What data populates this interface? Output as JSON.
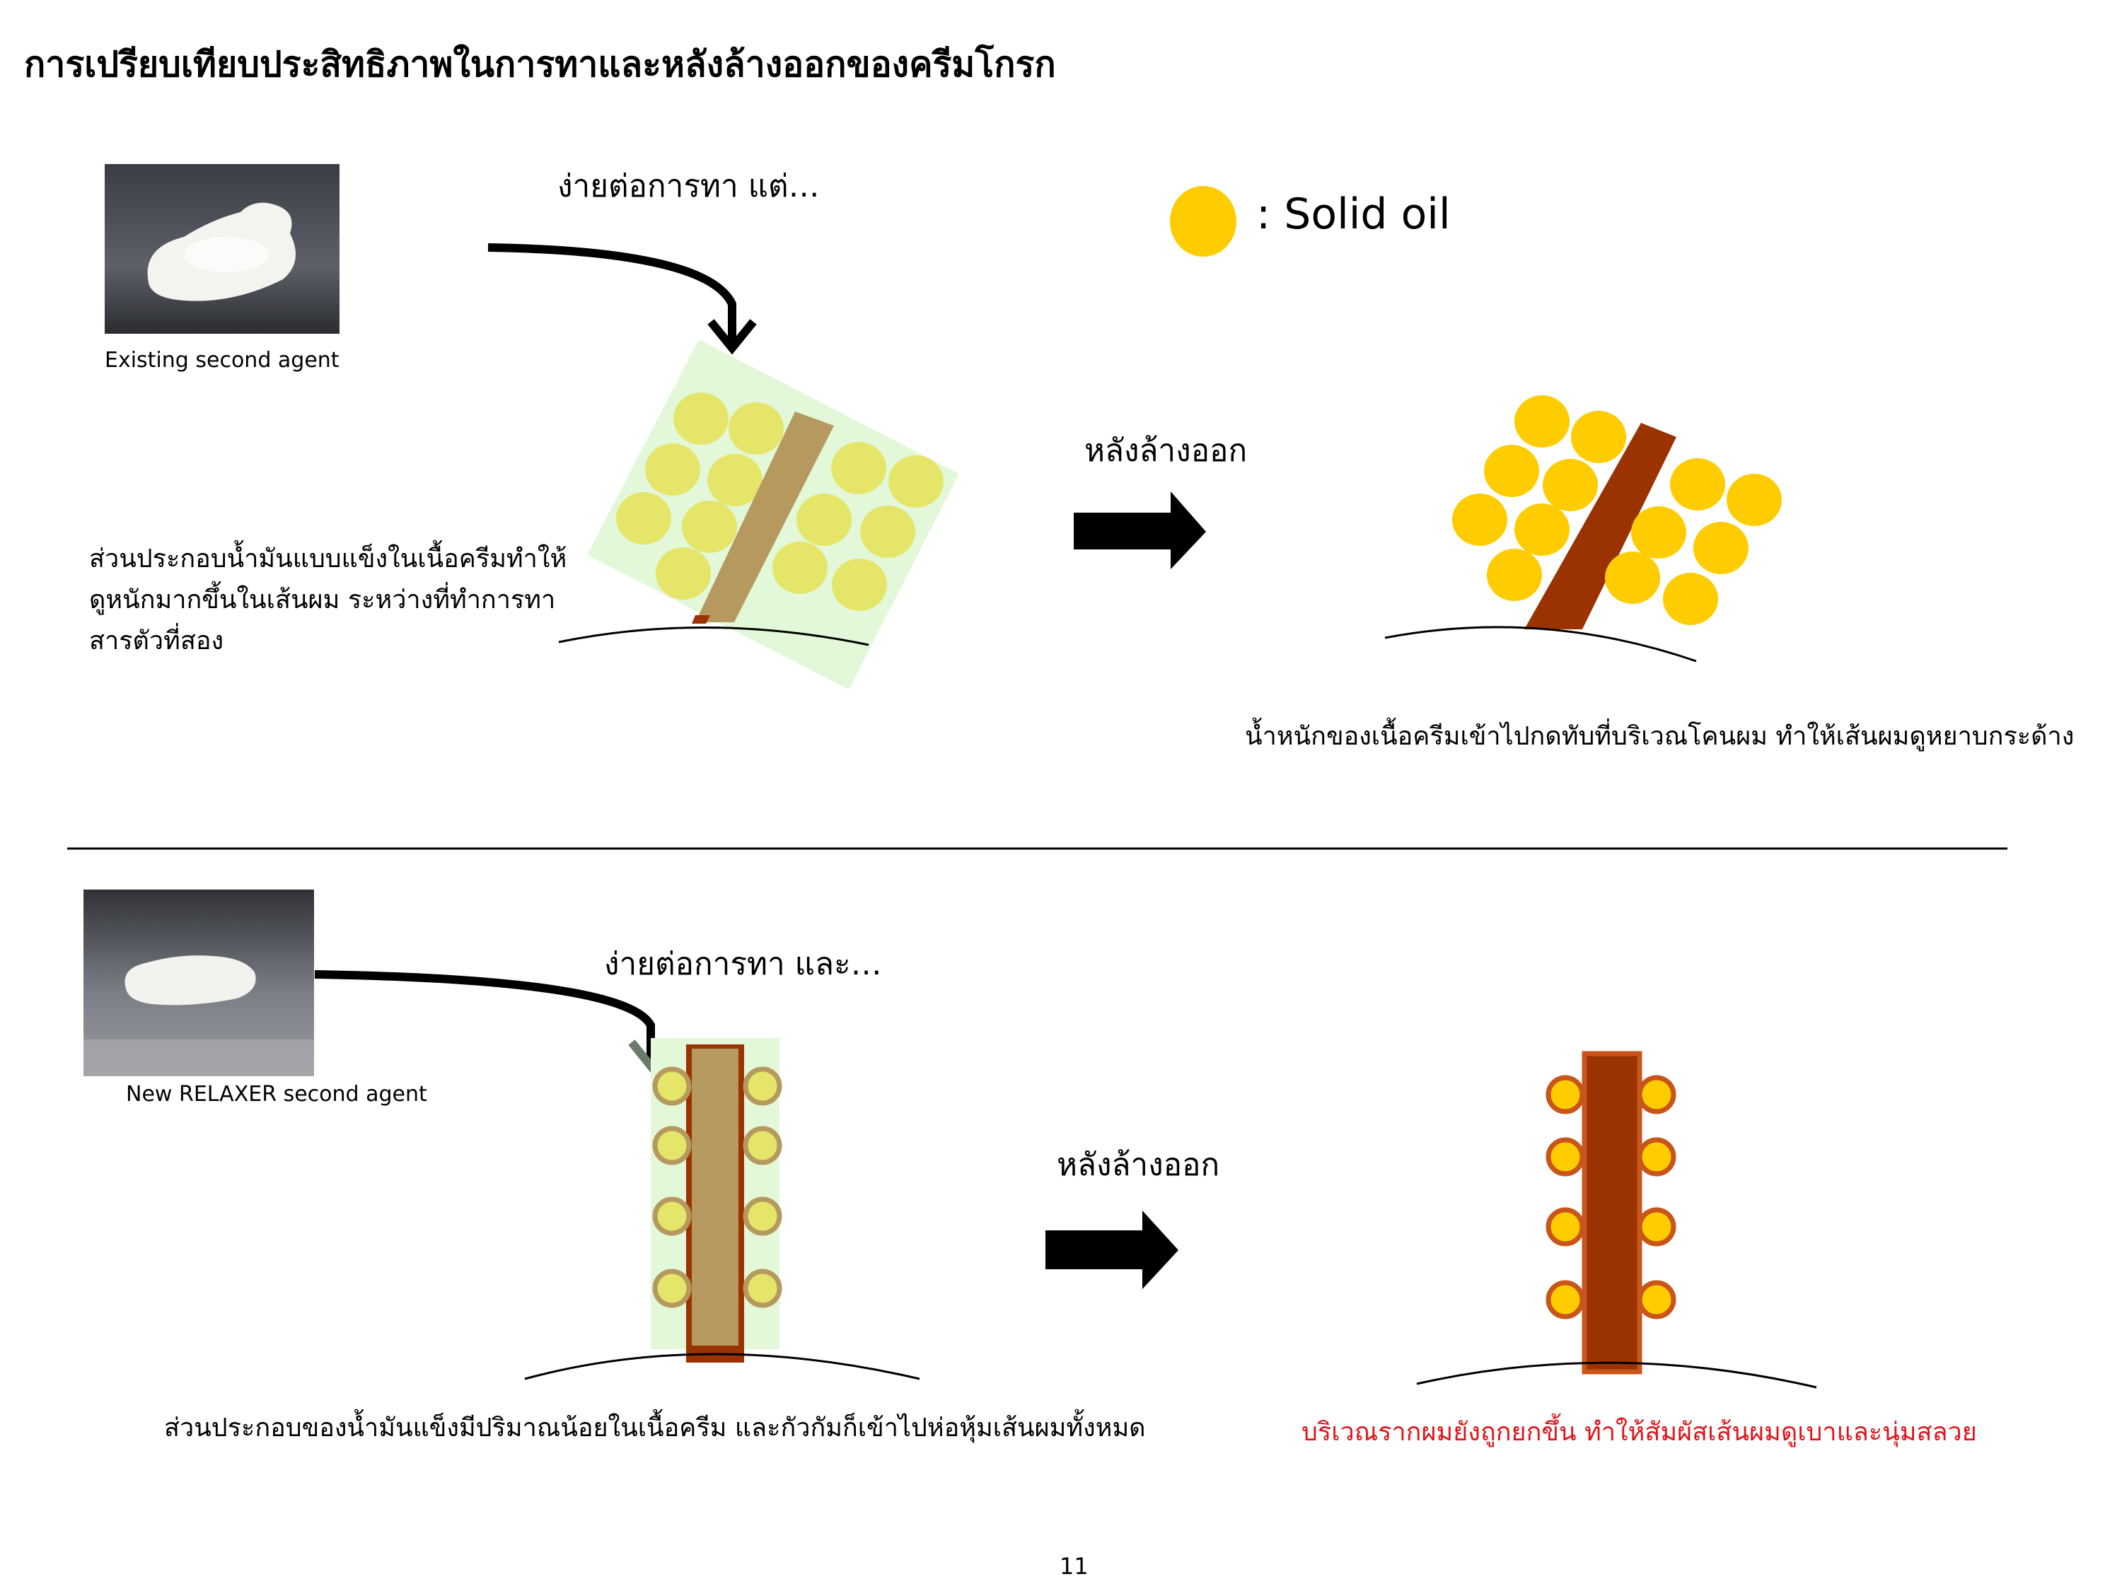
{
  "title": "การเปรียบเทียบประสิทธิภาพในการทาและหลังล้างออกของครีมโกรก",
  "legend": {
    "label": ": Solid oil",
    "color": "#ffcc00"
  },
  "top": {
    "photo_caption": "Existing second agent",
    "arrow_caption": "ง่ายต่อการทา แต่…",
    "description": "ส่วนประกอบน้ำมันแบบแข็งในเนื้อครีมทำให้ดูหนักมากขึ้นในเส้นผม ระหว่างที่ทำการทาสารตัวที่สอง",
    "after_label": "หลังล้างออก",
    "result": "น้ำหนักของเนื้อครีมเข้าไปกดทับที่บริเวณโคนผม ทำให้เส้นผมดูหยาบกระด้าง"
  },
  "bottom": {
    "photo_caption": "New RELAXER second agent",
    "arrow_caption": "ง่ายต่อการทา และ…",
    "description": "ส่วนประกอบของน้ำมันแข็งมีปริมาณน้อยในเนื้อครีม และกัวกัมก็เข้าไปห่อหุ้มเส้นผมทั้งหมด",
    "after_label": "หลังล้างออก",
    "result": "บริเวณรากผมยังถูกยกขึ้น ทำให้สัมผัสเส้นผมดูเบาและนุ่มสลวย",
    "result_color": "#e0141b"
  },
  "page_number": "11",
  "colors": {
    "solid_oil": "#ffcc00",
    "cream_tint": "#e3f8d9",
    "oil_in_cream": "#e5e56a",
    "hair_in_cream": "#b5995e",
    "hair": "#9a3300",
    "hair_outline": "#c8551a"
  }
}
